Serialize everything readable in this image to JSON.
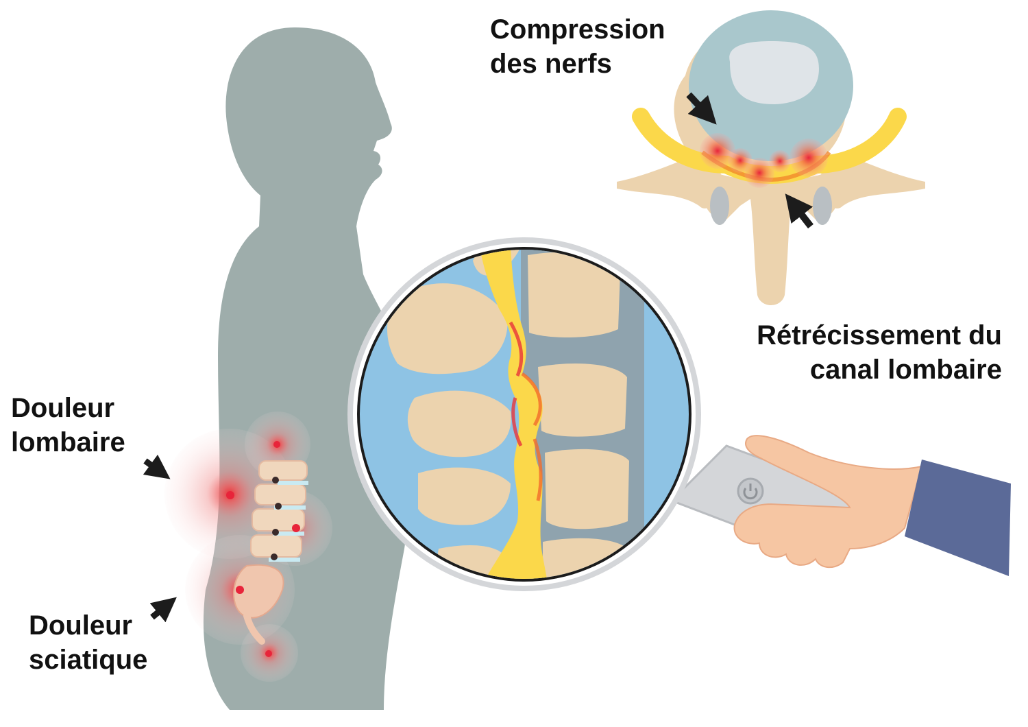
{
  "labels": {
    "nerve_compression": [
      "Compression",
      "des nerfs"
    ],
    "canal_narrowing": [
      "Rétrécissement du",
      "canal lombaire"
    ],
    "lumbar_pain": [
      "Douleur",
      "lombaire"
    ],
    "sciatic_pain": [
      "Douleur",
      "sciatique"
    ]
  },
  "colors": {
    "silhouette": "#9eadab",
    "bone": "#ecd3ae",
    "spinal_cord": "#fbd84a",
    "pain_red": "#e8343a",
    "lens_background": "#8ec3e4",
    "disc_gray": "#8fa3ae",
    "magnifier_rim": "#d4d6d9",
    "skin": "#f6c6a3",
    "sleeve": "#5b6a98",
    "arrow": "#1c1c1c"
  }
}
